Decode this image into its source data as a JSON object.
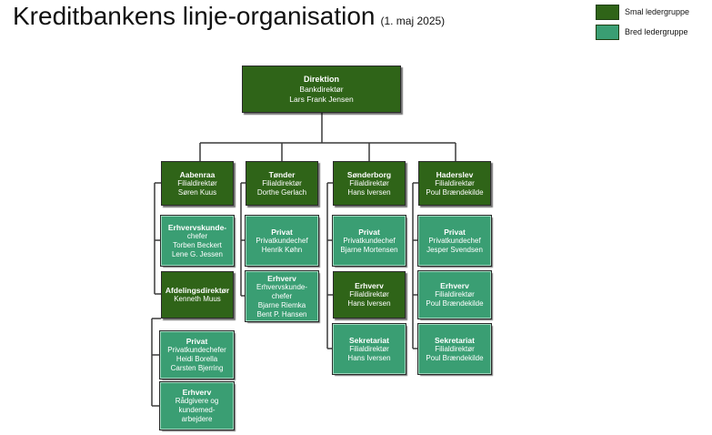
{
  "title": "Kreditbankens linje-organisation",
  "date": "(1. maj 2025)",
  "colors": {
    "smal": "#2f6418",
    "bred": "#3a9e73",
    "line": "#3a3a3a"
  },
  "legend": [
    {
      "label": "Smal ledergruppe",
      "type": "smal"
    },
    {
      "label": "Bred ledergruppe",
      "type": "bred"
    }
  ],
  "boxes": [
    {
      "id": "direktion",
      "type": "smal",
      "lines": [
        "Direktion",
        "Bankdirektør",
        "Lars Frank Jensen"
      ]
    },
    {
      "id": "aabenraa",
      "type": "smal",
      "lines": [
        "Aabenraa",
        "Filialdirektør",
        "Søren Kuus"
      ]
    },
    {
      "id": "aabenraa-erhverv",
      "type": "bred",
      "lines": [
        "Erhvervskunde-",
        "chefer",
        "Torben Beckert",
        "Lene G. Jessen"
      ]
    },
    {
      "id": "aabenraa-afdeling",
      "type": "smal",
      "lines": [
        "Afdelingsdirektør",
        "Kenneth Muus"
      ]
    },
    {
      "id": "aabenraa-privat",
      "type": "bred",
      "lines": [
        "Privat",
        "Privatkundechefer",
        "Heidi Borella",
        "Carsten Bjerring"
      ]
    },
    {
      "id": "aabenraa-erhverv2",
      "type": "bred",
      "lines": [
        "Erhverv",
        "Rådgivere og",
        "kundemed-",
        "arbejdere"
      ]
    },
    {
      "id": "tonder",
      "type": "smal",
      "lines": [
        "Tønder",
        "Filialdirektør",
        "Dorthe Gerlach"
      ]
    },
    {
      "id": "tonder-privat",
      "type": "bred",
      "lines": [
        "Privat",
        "Privatkundechef",
        "Henrik Køhn"
      ]
    },
    {
      "id": "tonder-erhverv",
      "type": "bred",
      "lines": [
        "Erhverv",
        "Erhvervskunde-",
        "chefer",
        "Bjarne Riemka",
        "Bent P. Hansen"
      ]
    },
    {
      "id": "sonderborg",
      "type": "smal",
      "lines": [
        "Sønderborg",
        "Filialdirektør",
        "Hans Iversen"
      ]
    },
    {
      "id": "sonderborg-privat",
      "type": "bred",
      "lines": [
        "Privat",
        "Privatkundechef",
        "Bjarne Mortensen"
      ]
    },
    {
      "id": "sonderborg-erhverv",
      "type": "smal",
      "lines": [
        "Erhverv",
        "Filialdirektør",
        "Hans Iversen"
      ]
    },
    {
      "id": "sonderborg-sekretariat",
      "type": "bred",
      "lines": [
        "Sekretariat",
        "Filialdirektør",
        "Hans Iversen"
      ]
    },
    {
      "id": "haderslev",
      "type": "smal",
      "lines": [
        "Haderslev",
        "Filialdirektør",
        "Poul Brændekilde"
      ]
    },
    {
      "id": "haderslev-privat",
      "type": "bred",
      "lines": [
        "Privat",
        "Privatkundechef",
        "Jesper Svendsen"
      ]
    },
    {
      "id": "haderslev-erhverv",
      "type": "bred",
      "lines": [
        "Erhverv",
        "Filialdirektør",
        "Poul Brændekilde"
      ]
    },
    {
      "id": "haderslev-sekretariat",
      "type": "bred",
      "lines": [
        "Sekretariat",
        "Filialdirektør",
        "Poul Brændekilde"
      ]
    }
  ]
}
